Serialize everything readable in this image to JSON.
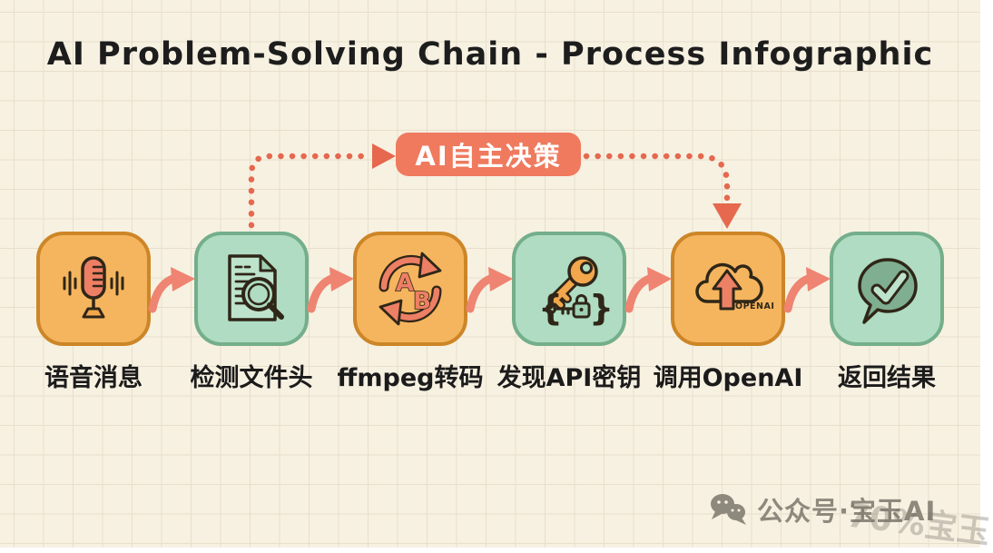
{
  "title": "AI Problem-Solving Chain - Process Infographic",
  "decision_badge": {
    "label": "AI自主决策"
  },
  "steps": [
    {
      "label": "语音消息",
      "icon": "microphone-icon",
      "color": "orange"
    },
    {
      "label": "检测文件头",
      "icon": "document-search-icon",
      "color": "green"
    },
    {
      "label": "ffmpeg转码",
      "icon": "ab-convert-icon",
      "color": "orange",
      "icon_letters": {
        "a": "A",
        "b": "B"
      }
    },
    {
      "label": "发现API密钥",
      "icon": "api-key-icon",
      "color": "green",
      "icon_braces": {
        "open": "{",
        "close": "}"
      }
    },
    {
      "label": "调用OpenAI",
      "icon": "cloud-upload-icon",
      "color": "orange",
      "icon_text": "OPENAI"
    },
    {
      "label": "返回结果",
      "icon": "check-bubble-icon",
      "color": "green"
    }
  ],
  "flow": {
    "decision_from": "检测文件头",
    "decision_to": "调用OpenAI"
  },
  "footer": {
    "account_label": "公众号·宝玉AI",
    "watermark": "70%宝玉"
  },
  "palette": {
    "background": "#f7f1e2",
    "grid_line": "#e7dfca",
    "coral_dotted": "#e5684f",
    "badge_bg": "#ef7a5e",
    "arrow_salmon": "#ee8471",
    "orange_fill": "#f5b55e",
    "orange_border": "#cd8627",
    "green_fill": "#afdcc2",
    "green_border": "#74ae8b",
    "ink_outline": "#2f2618",
    "label_color": "#1b1b1b",
    "footer_gray": "#8e897d"
  }
}
